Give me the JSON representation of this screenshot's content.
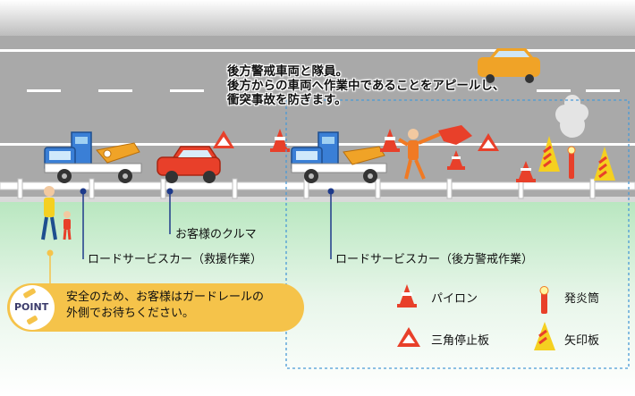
{
  "caption": {
    "line1": "後方警戒車両と隊員。",
    "line2": "後方からの車両へ作業中であることをアピールし、",
    "line3": "衝突事故を防ぎます。"
  },
  "labels": {
    "customer_car": "お客様のクルマ",
    "rescue_truck": "ロードサービスカー（救援作業）",
    "rear_truck": "ロードサービスカー（後方警戒作業）"
  },
  "point": {
    "badge": "POINT",
    "line1": "安全のため、お客様はガードレールの",
    "line2": "外側でお待ちください。"
  },
  "legend": {
    "pylon": "パイロン",
    "flare": "発炎筒",
    "triangle": "三角停止板",
    "arrow_board": "矢印板"
  },
  "colors": {
    "road": "#a7a7a7",
    "grass": "#d6f0da",
    "truck_blue": "#3a7fd6",
    "accent_red": "#e8402a",
    "point_yellow": "#f5c34a",
    "dashed_blue": "#4a9ad6"
  }
}
